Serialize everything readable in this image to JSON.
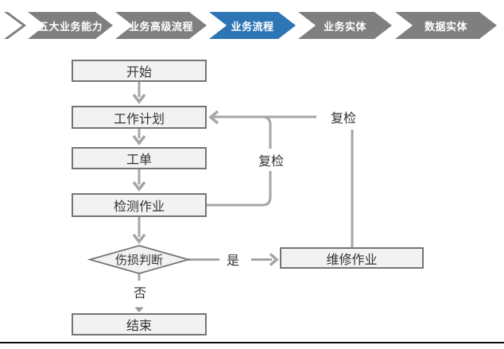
{
  "breadcrumb": {
    "items": [
      {
        "label": "五大业务能力",
        "active": false
      },
      {
        "label": "业务高级流程",
        "active": false
      },
      {
        "label": "业务流程",
        "active": true
      },
      {
        "label": "业务实体",
        "active": false
      },
      {
        "label": "数据实体",
        "active": false
      }
    ],
    "colors": {
      "inactive": "#7F7F7F",
      "active": "#2E75B6",
      "text": "#FFFFFF"
    }
  },
  "flowchart": {
    "nodes": {
      "start": "开始",
      "plan": "工作计划",
      "order": "工单",
      "inspect": "检测作业",
      "judge": "伤损判断",
      "repair": "维修作业",
      "end": "结束"
    },
    "edge_labels": {
      "recheck_inner": "复检",
      "recheck_right": "复检",
      "yes": "是",
      "no": "否"
    },
    "colors": {
      "node_fill": "#F2F2F2",
      "node_border": "#747474",
      "connector": "#A6A6A6",
      "text": "#333333"
    }
  }
}
